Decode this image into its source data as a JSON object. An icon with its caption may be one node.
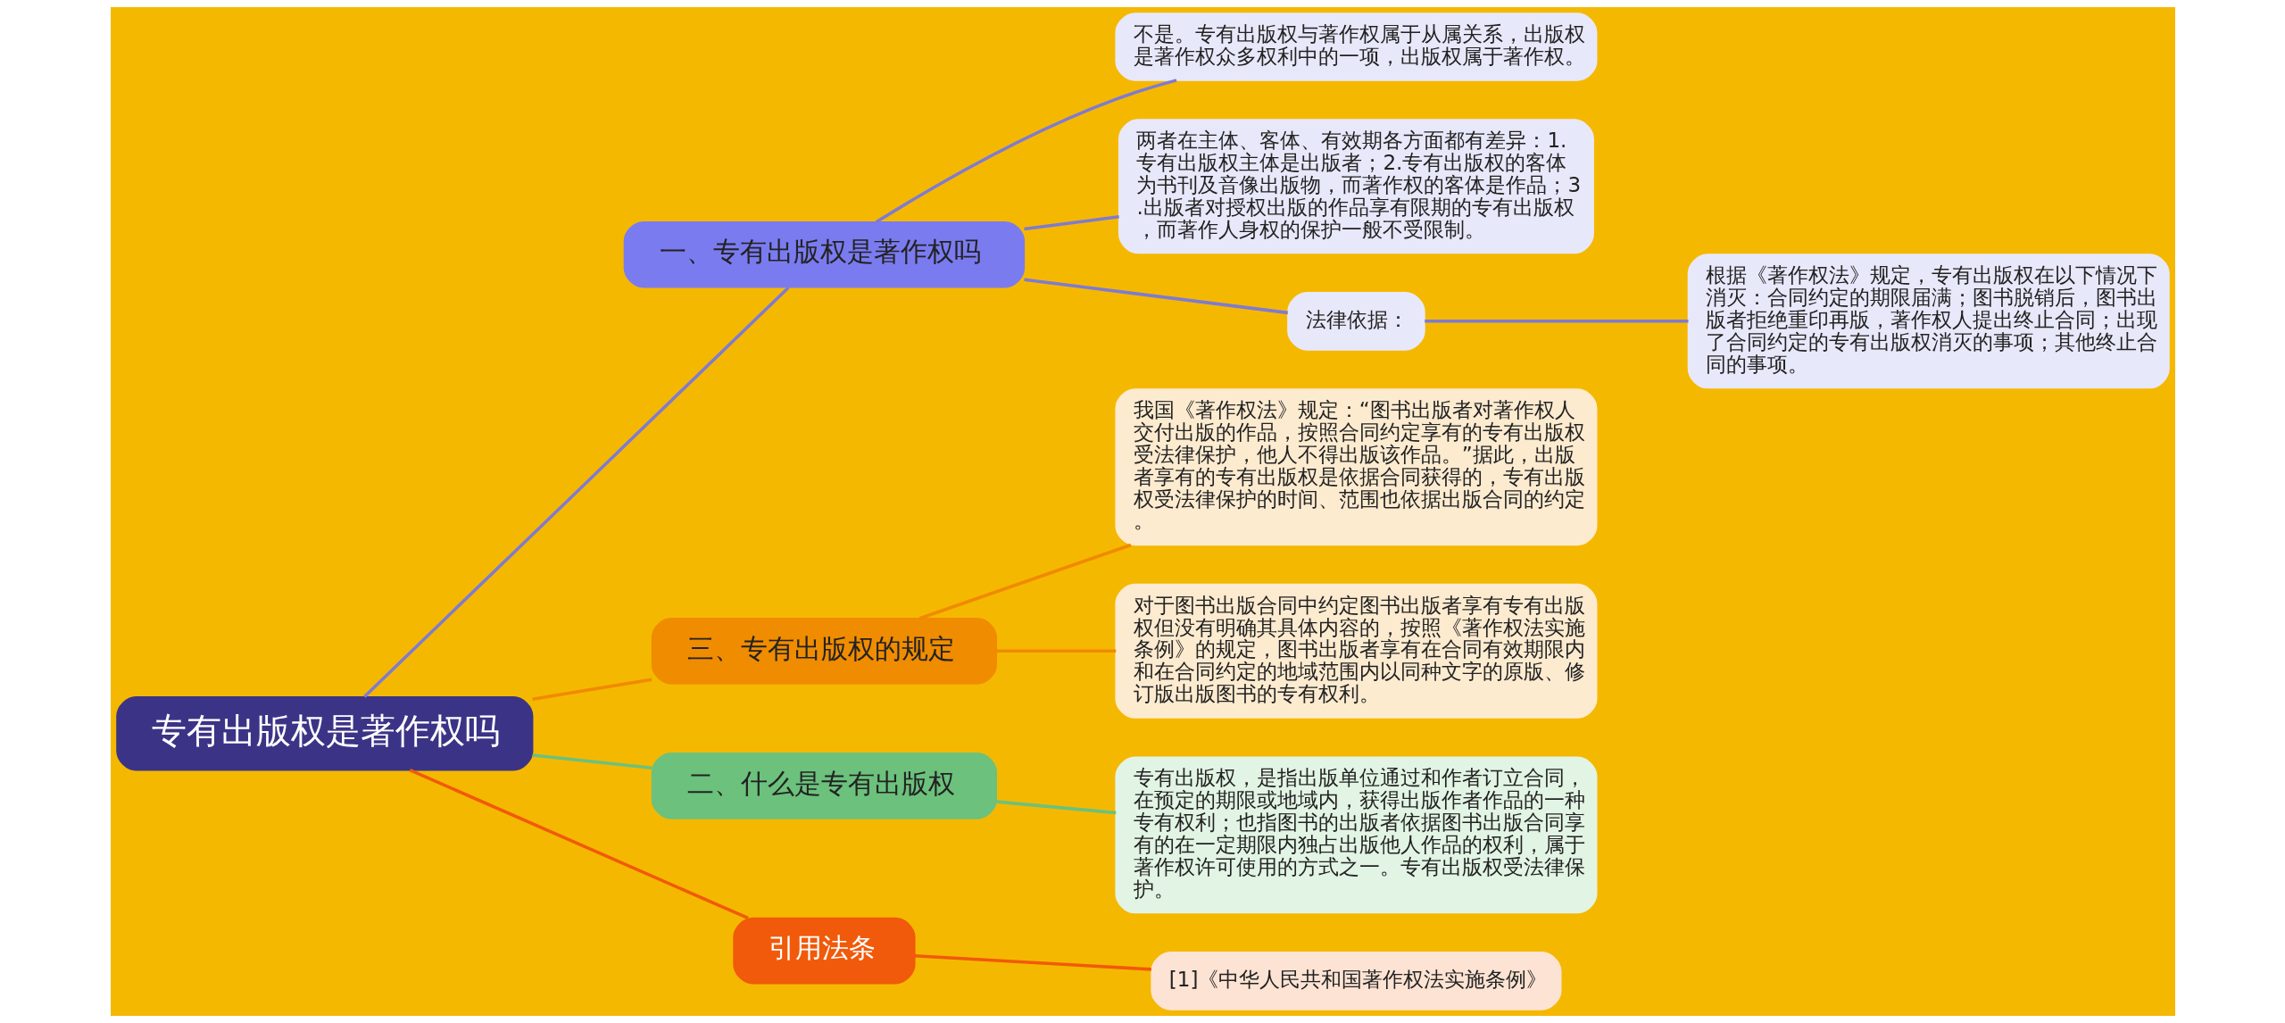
{
  "diagram": {
    "nodes": [
      {
        "text": [
          "专有出版权是著作权吗"
        ]
      },
      {
        "text": [
          "一、专有出版权是著作权吗"
        ]
      },
      {
        "text": [
          "不是。专有出版权与著作权属于从属关系，出版权是著作权众多权利中的一项，出版权属于著作权。"
        ]
      },
      {
        "text": [
          "两者在主体、客体、有效期各方面都有差异：1.专有出版权主体是出版者；2.专有出版权的客体为书刊及音像出版物，而著作权的客体是作品；3.出版者对授权出版的作品享有限期的专有出版权，而著作人身权的保护一般不受限制。"
        ]
      },
      {
        "text": [
          "法律依据："
        ]
      },
      {
        "text": [
          "根据《著作权法》规定，专有出版权在以下情况下消灭：合同约定的期限届满；图书脱销后，图书出版者拒绝重印再版，著作权人提出终止合同；出现了合同约定的专有出版权消灭的事项；其他终止合同的事项。"
        ]
      },
      {
        "text": [
          "三、专有出版权的规定"
        ]
      },
      {
        "text": [
          "我国《著作权法》规定：“图书出版者对著作权人交付出版的作品，按照合同约定享有的专有出版权受法律保护，他人不得出版该作品。”据此，出版者享有的专有出版权是依据合同获得的，专有出版权受法律保护的时间、范围也依据出版合同的约定。"
        ]
      },
      {
        "text": [
          "对于图书出版合同中约定图书出版者享有专有出版权但没有明确其具体内容的，按照《著作权法实施条例》的规定，图书出版者享有在合同有效期限内和在合同约定的地域范围内以同种文字的原版、修订版出版图书的专有权利。"
        ]
      },
      {
        "text": [
          "二、什么是专有出版权"
        ]
      },
      {
        "text": [
          "专有出版权，是指出版单位通过和作者订立合同，在预定的期限或地域内，获得出版作者作品的一种专有权利；也指图书的出版者依据图书出版合同享有的在一定期限内独占出版他人作品的权利，属于著作权许可使用的方式之一。专有出版权受法律保护。"
        ]
      },
      {
        "text": [
          "引用法条"
        ]
      },
      {
        "text": [
          "[1]《中华人民共和国著作权法实施条例》"
        ]
      }
    ],
    "edges": [
      {
        "from": 0,
        "to": 1,
        "arrow": "none",
        "color": "#7f7bd0"
      },
      {
        "from": 1,
        "to": 2,
        "arrow": "none",
        "color": "#7f7bd0"
      },
      {
        "from": 1,
        "to": 3,
        "arrow": "none",
        "color": "#7f7bd0"
      },
      {
        "from": 1,
        "to": 4,
        "arrow": "none",
        "color": "#7f7bd0"
      },
      {
        "from": 4,
        "to": 5,
        "arrow": "none",
        "color": "#7f7bd0"
      },
      {
        "from": 0,
        "to": 6,
        "arrow": "none",
        "color": "#f08a00"
      },
      {
        "from": 6,
        "to": 7,
        "arrow": "none",
        "color": "#f08a00"
      },
      {
        "from": 6,
        "to": 8,
        "arrow": "none",
        "color": "#f08a00"
      },
      {
        "from": 0,
        "to": 9,
        "arrow": "none",
        "color": "#6cc17c"
      },
      {
        "from": 9,
        "to": 10,
        "arrow": "none",
        "color": "#6cc17c"
      },
      {
        "from": 0,
        "to": 11,
        "arrow": "none",
        "color": "#f05a0a"
      },
      {
        "from": 11,
        "to": 12,
        "arrow": "none",
        "color": "#f05a0a"
      }
    ]
  }
}
